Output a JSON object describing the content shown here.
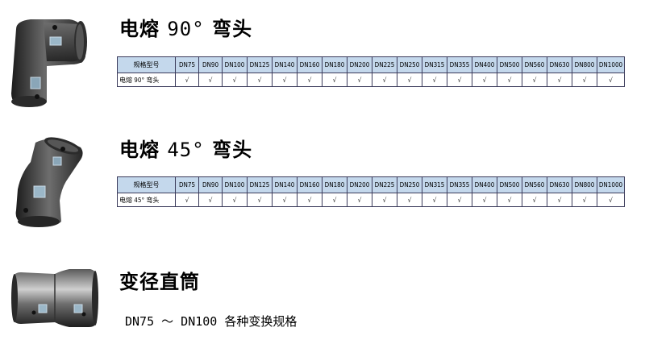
{
  "products": [
    {
      "title_prefix": "电熔",
      "title_angle": "90°",
      "title_suffix": "弯头",
      "image_icon": "pipe-elbow-90-icon",
      "table": {
        "header_label": "规格型号",
        "row_label": "电熔 90° 弯头",
        "sizes": [
          "DN75",
          "DN90",
          "DN100",
          "DN125",
          "DN140",
          "DN160",
          "DN180",
          "DN200",
          "DN225",
          "DN250",
          "DN315",
          "DN355",
          "DN400",
          "DN500",
          "DN560",
          "DN630",
          "DN800",
          "DN1000"
        ],
        "marks": [
          "√",
          "√",
          "√",
          "√",
          "√",
          "√",
          "√",
          "√",
          "√",
          "√",
          "√",
          "√",
          "√",
          "√",
          "√",
          "√",
          "√",
          "√"
        ]
      }
    },
    {
      "title_prefix": "电熔",
      "title_angle": "45°",
      "title_suffix": "弯头",
      "image_icon": "pipe-elbow-45-icon",
      "table": {
        "header_label": "规格型号",
        "row_label": "电熔 45° 弯头",
        "sizes": [
          "DN75",
          "DN90",
          "DN100",
          "DN125",
          "DN140",
          "DN160",
          "DN180",
          "DN200",
          "DN225",
          "DN250",
          "DN315",
          "DN355",
          "DN400",
          "DN500",
          "DN560",
          "DN630",
          "DN800",
          "DN1000"
        ],
        "marks": [
          "√",
          "√",
          "√",
          "√",
          "√",
          "√",
          "√",
          "√",
          "√",
          "√",
          "√",
          "√",
          "√",
          "√",
          "√",
          "√",
          "√",
          "√"
        ]
      }
    },
    {
      "title": "变径直筒",
      "image_icon": "reducer-coupling-icon",
      "description": "DN75 ～ DN100 各种变换规格"
    }
  ]
}
